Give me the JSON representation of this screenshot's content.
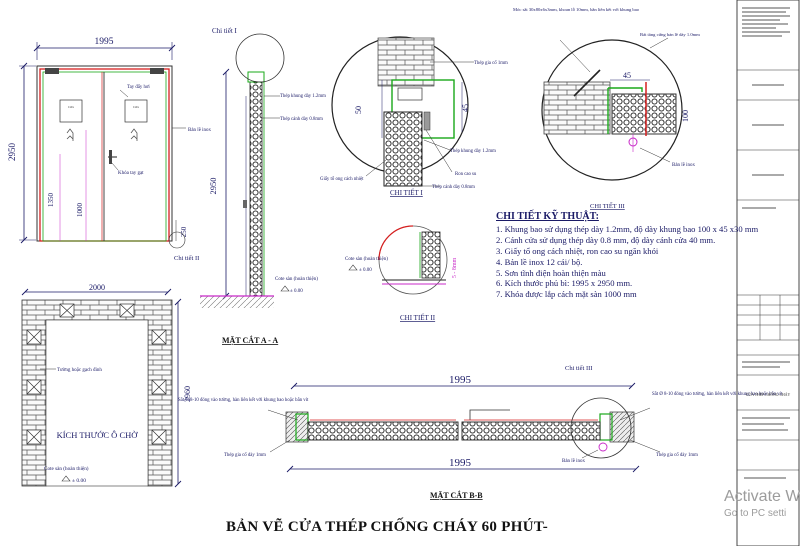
{
  "drawing": {
    "title": "BẢN VẼ CỬA THÉP CHỐNG CHÁY 60 PHÚT-",
    "colors": {
      "line": "#1a1a66",
      "red": "#d62020",
      "green": "#1aa81a",
      "magenta": "#c828c8",
      "brick": "#606060"
    }
  },
  "elevation": {
    "dim_width": "1995",
    "dim_height": "2950",
    "dim_1350": "1350",
    "dim_1000": "1000",
    "dim_250": "250",
    "label_tay_day_hoi": "Tay đẩy hơi",
    "label_ban_le_inox": "Bản lề inox",
    "label_khoa_tay_gat": "Khóa tay gạt",
    "label_chi_tiet_i": "Chi tiết I",
    "label_chi_tiet_ii": "Chi tiết II"
  },
  "opening": {
    "dim_width": "2000",
    "dim_height": "2960",
    "label_tuong": "Tường hoặc gạch đinh",
    "label_kich_thuoc": "KÍCH THƯỚC Ô CHỜ",
    "label_cote_san": "Cote sàn (hoàn thiện)",
    "level": "± 0.00"
  },
  "section_aa": {
    "title": "MẶT CẮT A - A",
    "dim_height": "2950",
    "label_chi_tiet_i": "Chi tiết I",
    "label_khung_bao": "Thép khung dày 1.2mm",
    "label_canh_cua": "Thép cánh dày 0.8mm",
    "label_cote_san": "Cote sàn (hoàn thiện)",
    "level": "± 0.00"
  },
  "detail_i": {
    "title": "CHI TIẾT I",
    "dim_50": "50",
    "dim_45": "45",
    "label_gia_co": "Thép gia cố 1mm",
    "label_khung": "Thép khung dày 1.2mm",
    "label_ron": "Ron cao su",
    "label_canh": "Thép cánh dày 0.8mm",
    "label_giay_to_ong": "Giấy tổ ong cách nhiệt"
  },
  "detail_ii": {
    "title": "CHI TIẾT II",
    "label_cote_san": "Cote sàn (hoàn thiện)",
    "level": "± 0.00",
    "dim_5_8": "5 - 8mm"
  },
  "detail_iii": {
    "title": "CHI TIẾT III",
    "note_moc_sat": "Móc sắt 30x80x6x3mm, khoan lỗ 10mm, bắn liên kết với khung bao",
    "note_bat_tang_cung": "Bát tăng cứng bản lề dày 1.0mm",
    "dim_45": "45",
    "dim_100": "100",
    "label_ban_le_inox": "Bản lề inox"
  },
  "specs": {
    "title": "CHI TIẾT KỸ THUẬT:",
    "lines": [
      "1. Khung bao sử dụng thép dày 1.2mm, độ dày khung bao 100 x 45 x30 mm",
      "2. Cánh cửa sử dụng thép dày 0.8 mm, độ dày cánh cửa 40 mm.",
      "3. Giấy tổ ong cách nhiệt, ron cao su ngăn khói",
      "4. Bản lề inox 12 cái/ bộ.",
      "5. Sơn tĩnh điện hoàn thiện màu",
      "6. Kích thước phủ bì: 1995 x 2950 mm.",
      "7. Khóa được lắp cách mặt sàn 1000 mm"
    ]
  },
  "section_bb": {
    "title": "MẶT CẮT B-B",
    "dim_top": "1995",
    "dim_bottom": "1995",
    "label_chi_tiet_iii": "Chi tiết III",
    "note_left": "Sắt Ø 8-10 đóng vào tường, hàn liên kết với khung bao hoặc bắn vít",
    "note_right": "Sắt Ø 8-10 đóng vào tường, hàn liên kết với khung bao hoặc bắn vít",
    "label_gia_co_left": "Thép gia cố dày 1mm",
    "label_gia_co_right": "Thép gia cố dày 1mm",
    "label_ban_le_inox": "Bản lề inox"
  },
  "title_block": {
    "project_name": "CỬA THÉP CHỐNG CHÁY"
  },
  "watermark": {
    "line1": "Activate W",
    "line2": "Go to PC setti"
  }
}
